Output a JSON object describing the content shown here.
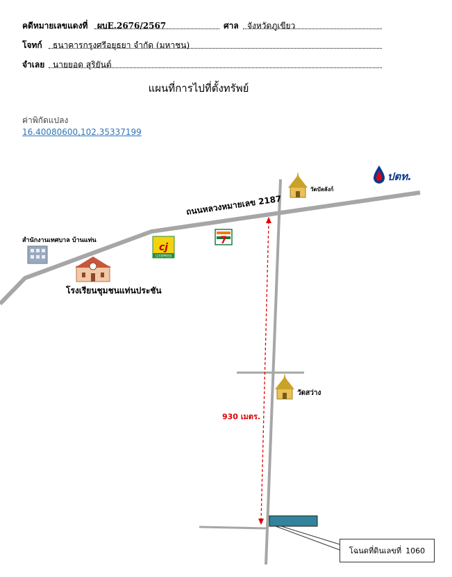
{
  "header": {
    "case_label": "คดีหมายเลขแดงที่",
    "case_value": "ผบE.2676/2567",
    "court_label": "ศาล",
    "court_value": "จังหวัดภูเขียว",
    "plaintiff_label": "โจทก์",
    "plaintiff_value": "ธนาคารกรุงศรีอยุธยา จำกัด (มหาชน)",
    "defendant_label": "จำเลย",
    "defendant_value": "นายยอด สุริยันต์"
  },
  "title": "แผนที่การไปที่ตั้งทรัพย์",
  "coordinates": {
    "label": "ค่าพิกัดแปลง",
    "value": "16.40080600,102.35337199"
  },
  "map": {
    "road_label": "ถนนหลวงหมายเลข 2187",
    "municipality_label": "สำนักงานเทศบาล บ้านแท่น",
    "school_label": "โรงเรียนชุมชนแท่นประชัน",
    "temple1_label": "วัดบัลลังก์",
    "temple2_label": "วัดสว่าง",
    "distance_label": "930 เมตร.",
    "cj_text": "CJ EXPRESS",
    "ptt_text": "ปตท.",
    "parcel_label": "โฉนดที่ดินเลขที่",
    "parcel_number": "1060",
    "colors": {
      "road": "#a6a6a6",
      "distance": "#e00000",
      "parcel": "#31849b",
      "temple": "#c9a227"
    },
    "icons": [
      "building-icon",
      "school-icon",
      "temple-icon",
      "cj-express-logo",
      "seven-eleven-logo",
      "ptt-logo"
    ]
  }
}
